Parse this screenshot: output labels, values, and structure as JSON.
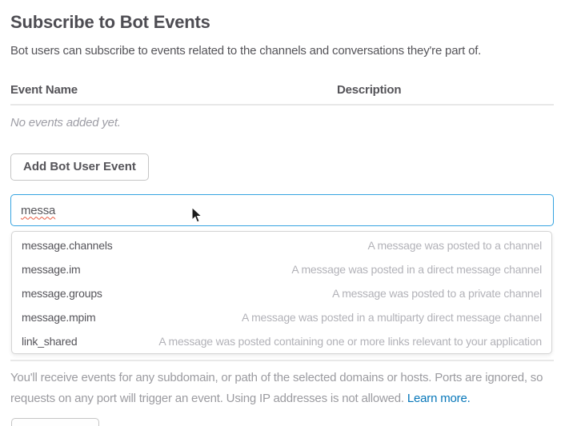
{
  "section": {
    "title": "Subscribe to Bot Events",
    "subtitle": "Bot users can subscribe to events related to the channels and conversations they're part of."
  },
  "events_table": {
    "columns": {
      "event_name": "Event Name",
      "description": "Description"
    },
    "empty_message": "No events added yet."
  },
  "add_event_button_label": "Add Bot User Event",
  "event_search": {
    "value": "messa"
  },
  "suggestions": [
    {
      "name": "message.channels",
      "description": "A message was posted to a channel"
    },
    {
      "name": "message.im",
      "description": "A message was posted in a direct message channel"
    },
    {
      "name": "message.groups",
      "description": "A message was posted to a private channel"
    },
    {
      "name": "message.mpim",
      "description": "A message was posted in a multiparty direct message channel"
    },
    {
      "name": "link_shared",
      "description": "A message was posted containing one or more links relevant to your application"
    }
  ],
  "footer": {
    "note_text": "You'll receive events for any subdomain, or path of the selected domains or hosts. Ports are ignored, so requests on any port will trigger an event. Using IP addresses is not allowed. ",
    "learn_more_label": "Learn more."
  },
  "colors": {
    "accent_blue": "#35a3e0",
    "link_blue": "#0576b9",
    "text_dark": "#555459",
    "text_muted": "#9b9ba0",
    "suggestion_desc_gray": "#b2b2b8",
    "button_border": "#c5c5c5",
    "divider": "#e8e8e8",
    "spellcheck_red": "#e8583e"
  }
}
